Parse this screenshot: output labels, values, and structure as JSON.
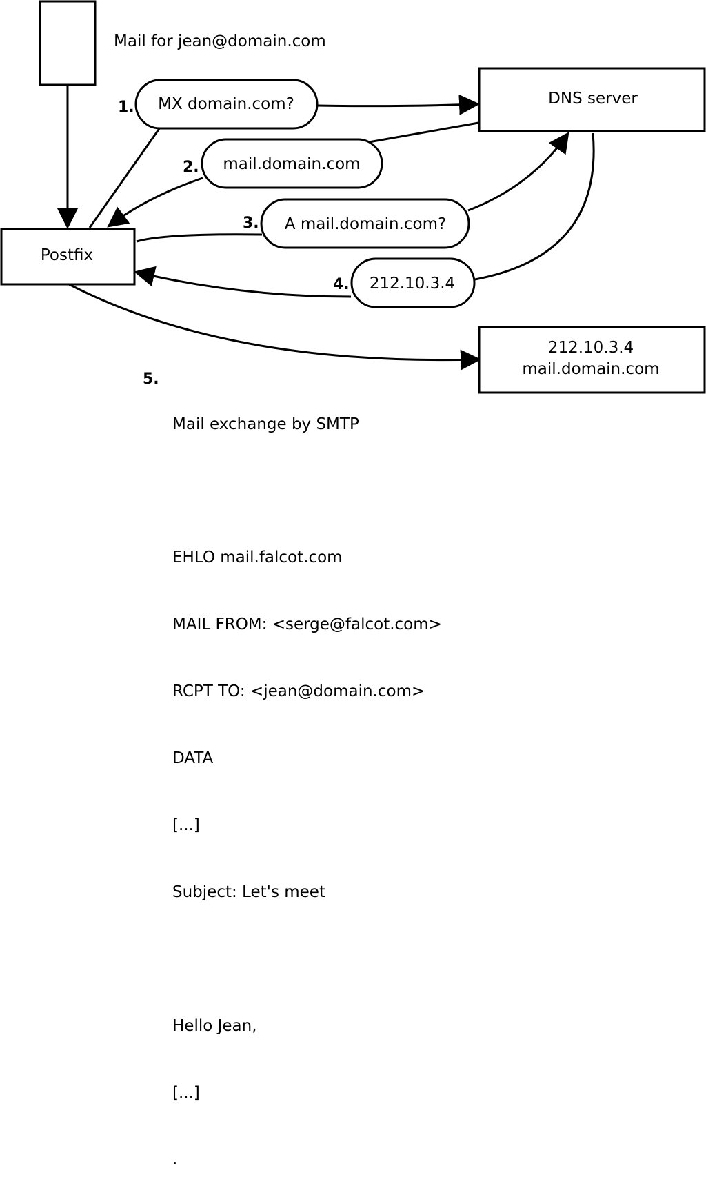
{
  "mail_note": "Mail for jean@domain.com",
  "nodes": {
    "dns_server": "DNS server",
    "postfix": "Postfix",
    "mx_target": [
      "212.10.3.4",
      "mail.domain.com"
    ]
  },
  "steps": [
    {
      "number": "1.",
      "label": "MX domain.com?"
    },
    {
      "number": "2.",
      "label": "mail.domain.com"
    },
    {
      "number": "3.",
      "label": "A mail.domain.com?"
    },
    {
      "number": "4.",
      "label": "212.10.3.4"
    }
  ],
  "smtp": {
    "number": "5.",
    "title": "Mail exchange by SMTP",
    "lines": [
      "",
      "EHLO mail.falcot.com",
      "MAIL FROM: <serge@falcot.com>",
      "RCPT TO: <jean@domain.com>",
      "DATA",
      "[...]",
      "Subject: Let's meet",
      "",
      "Hello Jean,",
      "[...]",
      "."
    ]
  }
}
